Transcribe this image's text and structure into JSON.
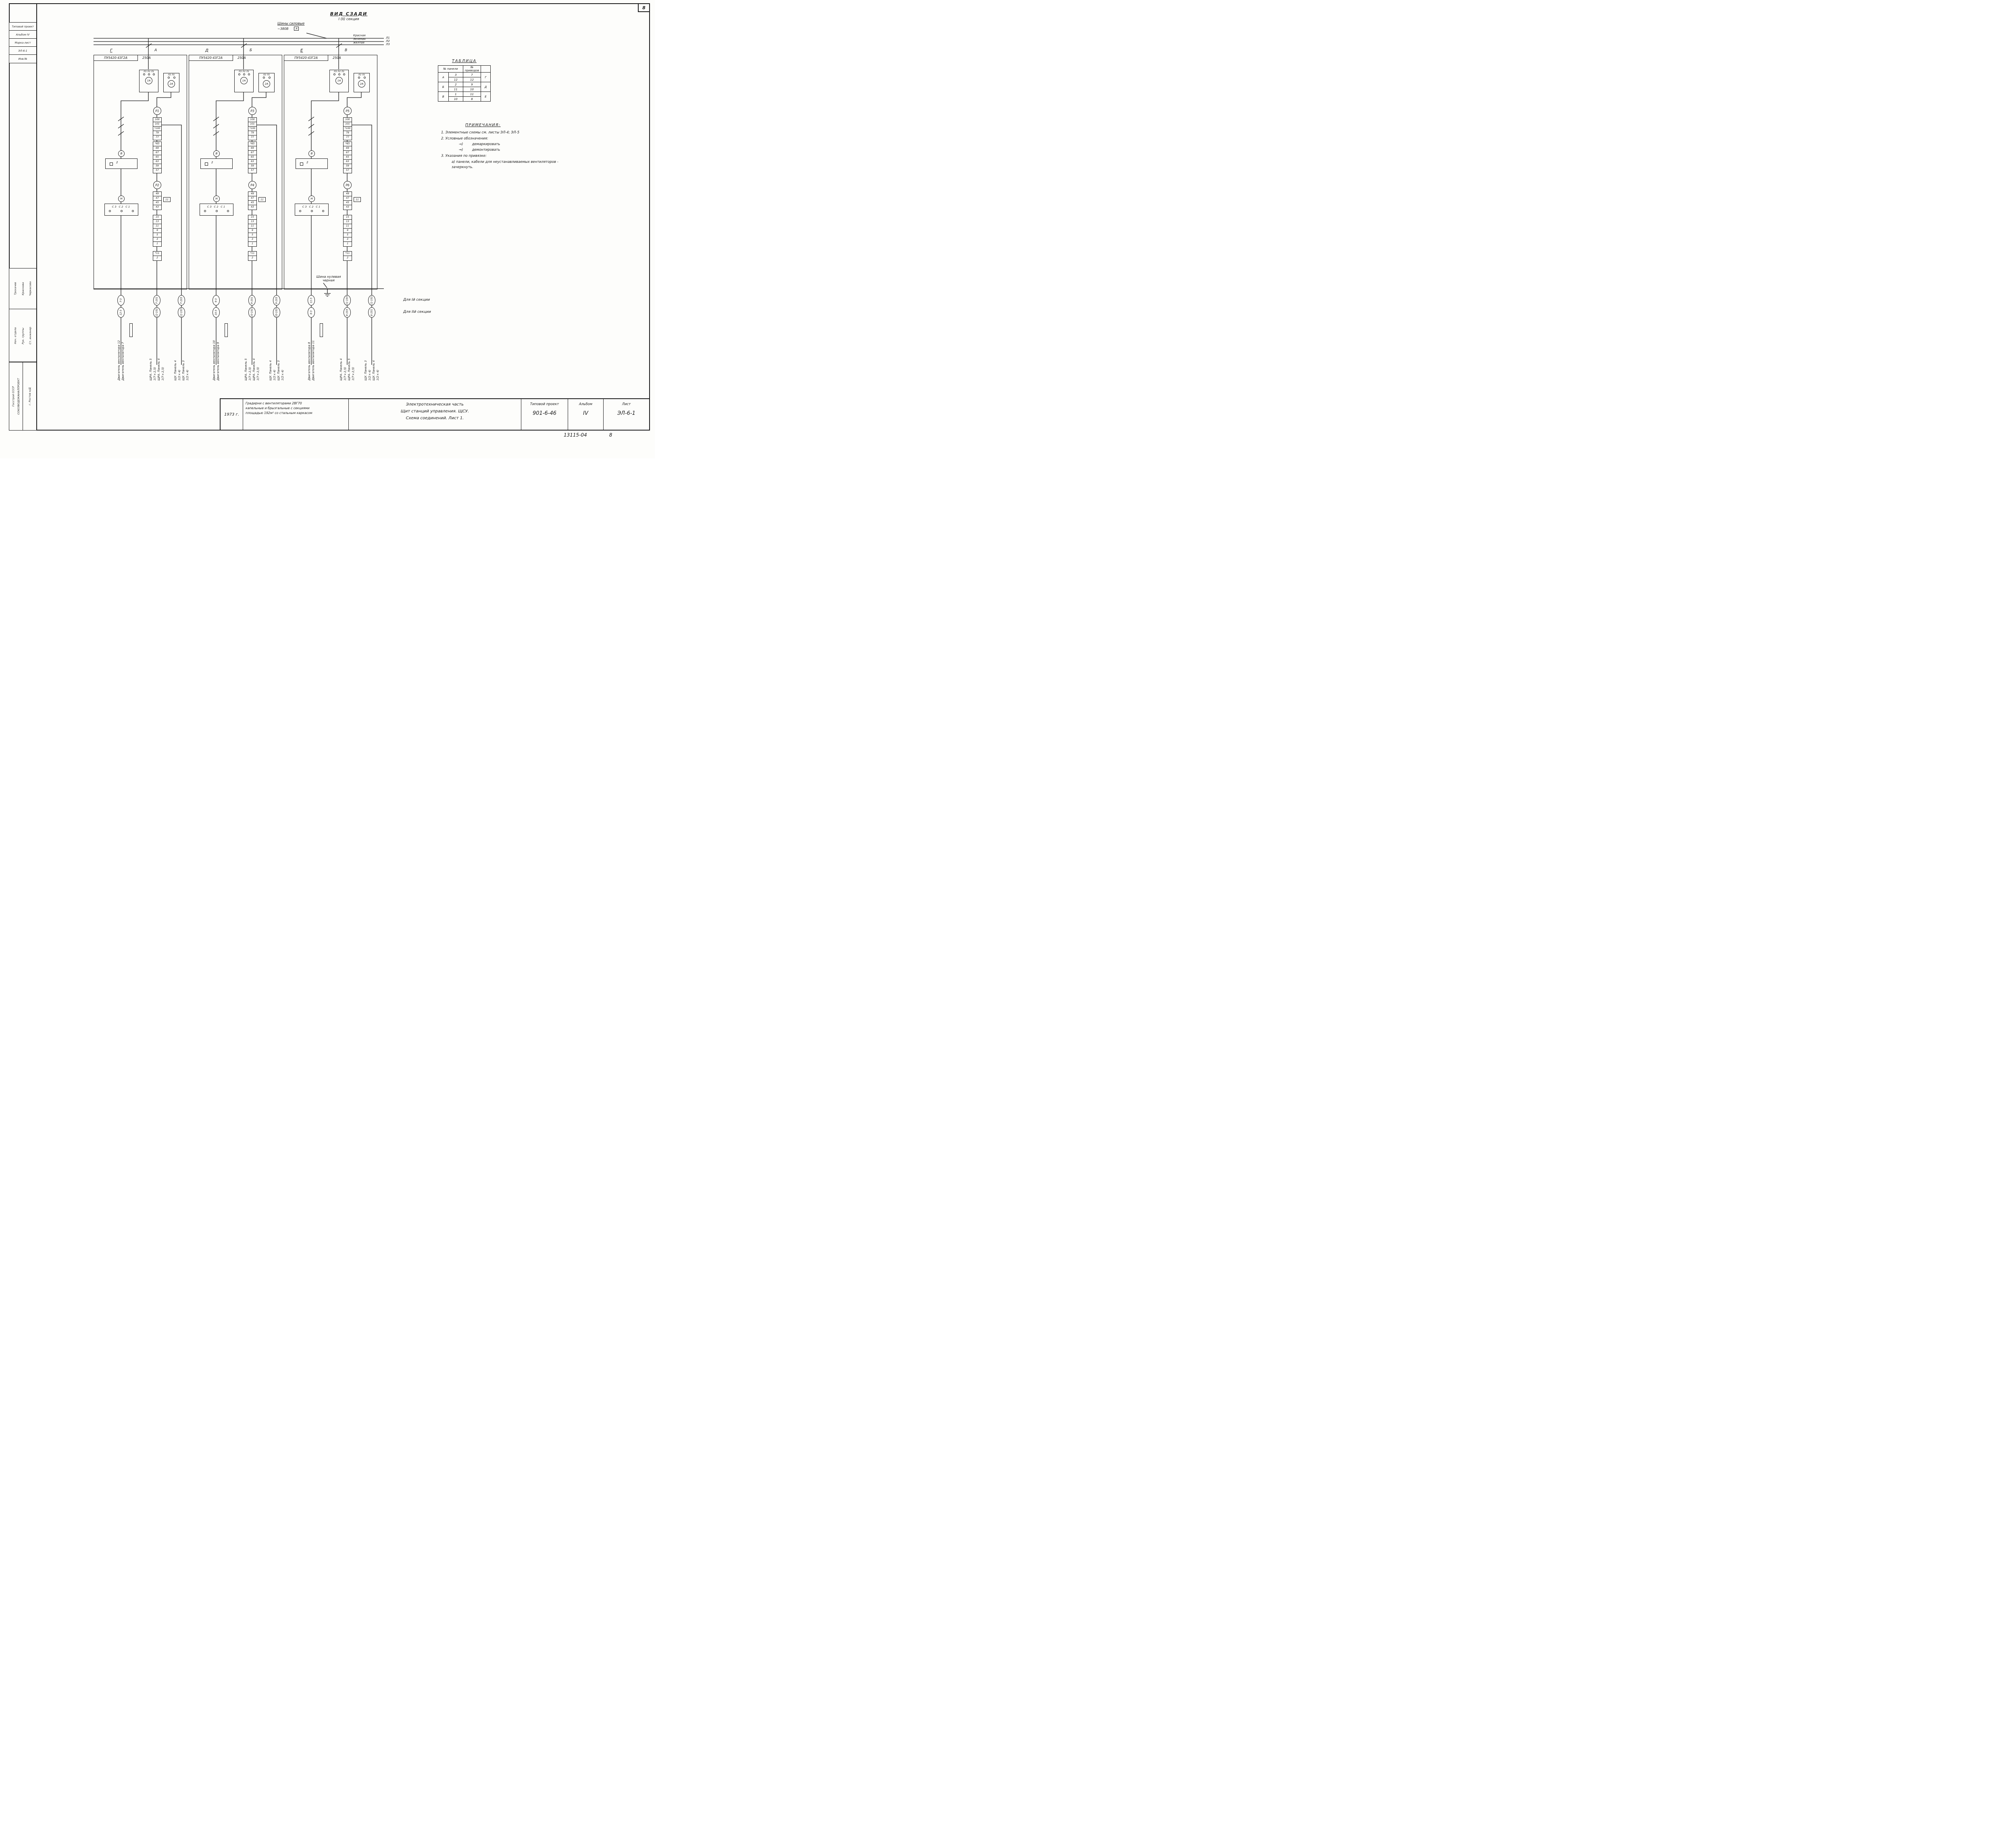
{
  "sheet": {
    "number": "8",
    "stamp": "13115-04",
    "stamp_page": "8"
  },
  "left_margin": {
    "boxes": [
      "Типовой проект",
      "Альбом IV",
      "Марка-лист",
      "ЭЛ-6-1",
      "Инв.№"
    ],
    "signatures": [
      {
        "role": "Нач. отдела",
        "name": "Трохачев"
      },
      {
        "role": "Рук. группы",
        "name": "Краснова"
      },
      {
        "role": "Ст. инженер",
        "name": "Черкасова"
      }
    ],
    "org_line1": "Госстрой СССР",
    "org_line2": "СОЮЗВОДОКАНАЛПРОЕКТ",
    "org_line3": "г. Ростов н/Д"
  },
  "header": {
    "view_title": "ВИД СЗАДИ",
    "view_subtitle": "I (II) секция",
    "bus_label_line1": "Шины силовые",
    "bus_label_line2": "~380В",
    "bus_phase_box": "А",
    "buses": [
      {
        "name": "Л1",
        "color": "Красная"
      },
      {
        "name": "Л2",
        "color": "Зеленая"
      },
      {
        "name": "Л3",
        "color": "желтая"
      }
    ]
  },
  "panels": [
    {
      "letter": "Г",
      "drop_letter": "А",
      "type": "ПУ5420-43Г2А",
      "fuse": "250А",
      "breaker_phases": "Л3 Л2 Л1",
      "ct1": "1А",
      "aux_phases": "Л2 Л1",
      "ct2": "2А",
      "meter_top": "Р1",
      "meter_mid": "Р2",
      "voltmeter": "В",
      "volt_num": "2",
      "h_meter": "Н",
      "controls": "С3 С2 С1",
      "side": "11"
    },
    {
      "letter": "Д",
      "drop_letter": "Б",
      "type": "ПУ5420-43Г2А",
      "fuse": "250А",
      "breaker_phases": "Л3 Л2 Л1",
      "ct1": "1А",
      "aux_phases": "Л2 Л1",
      "ct2": "2А",
      "meter_top": "Р3",
      "meter_mid": "Р4",
      "voltmeter": "В",
      "volt_num": "2",
      "h_meter": "Н",
      "controls": "С3 С2 С1",
      "side": "11"
    },
    {
      "letter": "Е",
      "drop_letter": "В",
      "type": "ПУ5420-43Г2А",
      "fuse": "250А",
      "breaker_phases": "Л3 Л2 Л1",
      "ct1": "1А",
      "aux_phases": "Л2 Л1",
      "ct2": "2А",
      "meter_top": "Р5",
      "meter_mid": "Р6",
      "voltmeter": "В",
      "volt_num": "2",
      "h_meter": "Н",
      "controls": "С3 С2 С1",
      "side": "11"
    }
  ],
  "terminals": {
    "strip1": [
      "100",
      "101",
      "*100",
      "79",
      "77"
    ],
    "strip2": [
      "*65",
      "69",
      "67",
      "65",
      "63",
      "59",
      "57"
    ],
    "strip3": [
      "49",
      "47",
      "45",
      "43"
    ],
    "strip4": [
      "15",
      "13",
      "11",
      "9",
      "5",
      "3",
      "1"
    ],
    "strip5": [
      "*11",
      "2"
    ]
  },
  "zero_bus": {
    "label_line1": "Шина нулевая",
    "label_line2": "черная"
  },
  "sections": {
    "first": "Для Iй секции",
    "second": "Для IIй секции"
  },
  "cable_groups": [
    {
      "tags": [
        "7-3",
        "12-3"
      ],
      "labels": [
        "Двигатель вентилятора 12",
        "Двигатель вентилятора 7"
      ]
    },
    {
      "tags": [
        "7-101",
        "12-101"
      ],
      "labels": [
        "ЩРА. Панель 5",
        "1(7×2,5)",
        "ЩРА. Панель 4",
        "1(7×2,5)"
      ]
    },
    {
      "tags": [
        "7-103",
        "12-103"
      ],
      "labels": [
        "ЩУ. Панель 4",
        "1(2×4)",
        "ЩУ. Панель 3",
        "1(2×4)"
      ]
    },
    {
      "tags": [
        "9-3",
        "10-3"
      ],
      "labels": [
        "Двигатель вентилятора 10",
        "Двигатель вентилятора 9"
      ]
    },
    {
      "tags": [
        "9-101",
        "10-101"
      ],
      "labels": [
        "ЩРА. Панель 5",
        "1(7×2,5)",
        "ЩРА. Панель 4",
        "1(7×2,5)"
      ]
    },
    {
      "tags": [
        "9-103",
        "10-103"
      ],
      "labels": [
        "ЩУ. Панель 4",
        "1(2×4)",
        "ЩУ. Панель 3",
        "1(2×4)"
      ]
    },
    {
      "tags": [
        "11-3",
        "8-3"
      ],
      "labels": [
        "Двигатель вентилятора 8",
        "Двигатель вентилятора 11"
      ]
    },
    {
      "tags": [
        "11-103",
        "8-103"
      ],
      "labels": [
        "ЩРА. Панель 4",
        "1(7×2,5)",
        "ЩРА. Панель 5",
        "1(7×2,5)"
      ]
    },
    {
      "tags": [
        "11-101",
        "8-101"
      ],
      "labels": [
        "ЩУ. Панель 3",
        "1(2×4)",
        "ЩУ. Панель 4",
        "1(2×4)"
      ]
    }
  ],
  "table": {
    "title": "ТАБЛИЦА",
    "headers": [
      "№ панели",
      "№ приводов"
    ],
    "groups": [
      {
        "left": "А",
        "rows": [
          [
            "3",
            "7"
          ],
          [
            "12",
            "12"
          ]
        ],
        "right": "Г"
      },
      {
        "left": "Б",
        "rows": [
          [
            "2",
            "9"
          ],
          [
            "11",
            "10"
          ]
        ],
        "right": "Д"
      },
      {
        "left": "В",
        "rows": [
          [
            "1",
            "11"
          ],
          [
            "10",
            "8"
          ]
        ],
        "right": "Е"
      }
    ]
  },
  "notes": {
    "title": "ПРИМЕЧАНИЯ:",
    "n1": "1.  Элементные схемы см. листы ЭЛ-4; ЭЛ-5",
    "n2": "2.  Условные обозначения:",
    "legend": [
      {
        "symbol": "→)",
        "label": "демаркировать"
      },
      {
        "symbol": "⇝)",
        "label": "демонтировать"
      }
    ],
    "n3": "3.  Указания по привязке:",
    "sub": "а) панели, кабели для неустанавливаемых вентиляторов - зачеркнуть."
  },
  "title_block": {
    "year": "1973 г.",
    "object_lines": [
      "Градирни с вентиляторами 2ВГ70",
      "капельные и брызгальные с секциями",
      "площадью 192м² со стальным каркасом"
    ],
    "part_lines": [
      "Электротехническая  часть",
      "Щит станций управления.  ЩСУ.",
      "Схема соединений.   Лист 1."
    ],
    "project_label": "Типовой проект",
    "project_number": "901-6-46",
    "album_label": "Альбом",
    "album_number": "IV",
    "sheet_label": "Лист",
    "sheet_number": "ЭЛ-6-1"
  }
}
